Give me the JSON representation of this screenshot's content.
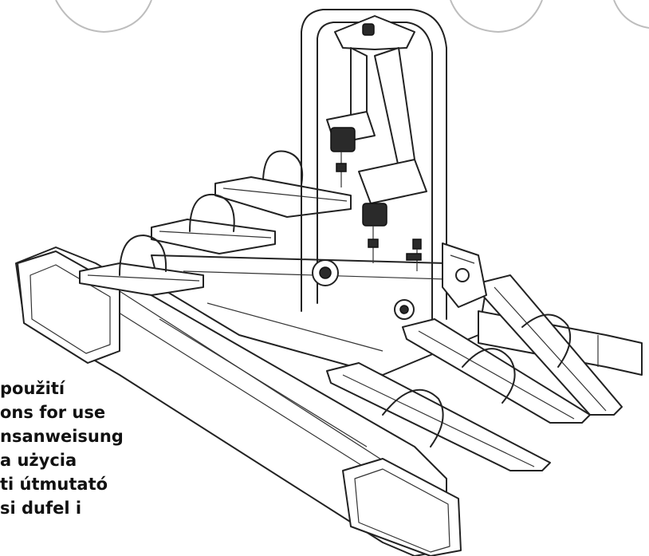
{
  "document": {
    "title_lines": [
      "použití",
      "ons for use",
      "nsanweisung",
      "a użycia",
      "ti útmutató",
      "si dufel i"
    ]
  }
}
